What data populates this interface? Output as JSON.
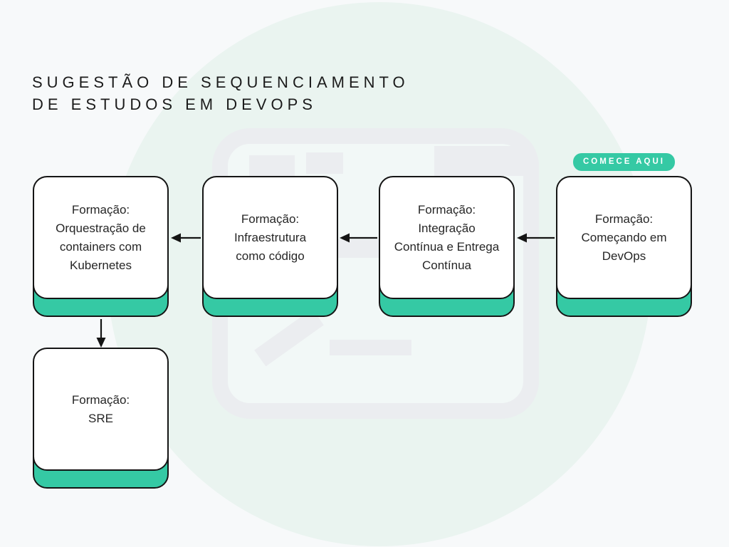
{
  "title_lines": [
    "SUGESTÃO DE SEQUENCIAMENTO",
    "DE ESTUDOS EM DEVOPS"
  ],
  "start_badge": {
    "label": "COMECE AQUI"
  },
  "colors": {
    "accent_green": "#35c9a4",
    "outline_black": "#151515",
    "background_gray": "#f7f9fa",
    "circle_mint": "#eaf4f0",
    "watermark_gray": "#ebedf0"
  },
  "flow": {
    "cards": [
      {
        "id": "kubernetes",
        "prefix": "Formação:",
        "name_lines": [
          "Orquestração de",
          "containers com",
          "Kubernetes"
        ]
      },
      {
        "id": "infra-codigo",
        "prefix": "Formação:",
        "name_lines": [
          "Infraestrutura",
          "como código"
        ]
      },
      {
        "id": "ci-cd",
        "prefix": "Formação:",
        "name_lines": [
          "Integração",
          "Contínua e Entrega",
          "Contínua"
        ]
      },
      {
        "id": "comecando",
        "prefix": "Formação:",
        "name_lines": [
          "Começando em",
          "DevOps"
        ]
      },
      {
        "id": "sre",
        "prefix": "Formação:",
        "name_lines": [
          "SRE"
        ]
      }
    ],
    "sequence": [
      "comecando",
      "ci-cd",
      "infra-codigo",
      "kubernetes",
      "sre"
    ]
  }
}
